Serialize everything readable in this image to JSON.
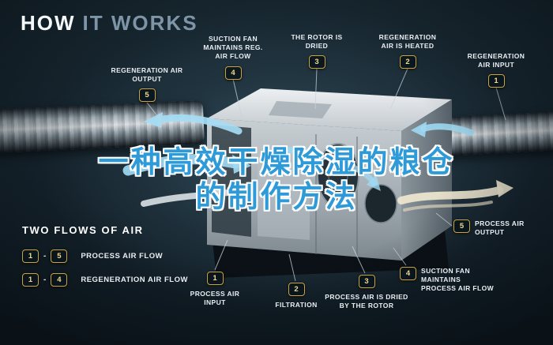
{
  "title": {
    "word1": "HOW",
    "word2": "IT WORKS"
  },
  "overlay_title": {
    "line1": "一种高效干燥除湿的粮仓",
    "line2": "的制作方法"
  },
  "callouts": [
    {
      "label": "REGENERATION AIR OUTPUT",
      "badge": "5"
    },
    {
      "label": "SUCTION FAN MAINTAINS REG. AIR FLOW",
      "badge": "4"
    },
    {
      "label": "THE ROTOR IS DRIED",
      "badge": "3"
    },
    {
      "label": "REGENERATION AIR IS HEATED",
      "badge": "2"
    },
    {
      "label": "REGENERATION AIR INPUT",
      "badge": "1"
    },
    {
      "label": "PROCESS AIR OUTPUT",
      "badge": "5"
    },
    {
      "label": "SUCTION FAN MAINTAINS PROCESS AIR FLOW",
      "badge": "4"
    },
    {
      "label": "PROCESS AIR IS DRIED BY THE ROTOR",
      "badge": "3"
    },
    {
      "label": "FILTRATION",
      "badge": "2"
    },
    {
      "label": "PROCESS AIR INPUT",
      "badge": "1"
    }
  ],
  "legend": {
    "heading": "TWO FLOWS OF AIR",
    "rows": [
      {
        "start": "1",
        "separator": "-",
        "end": "5",
        "label": "PROCESS AIR FLOW"
      },
      {
        "start": "1",
        "separator": "-",
        "end": "4",
        "label": "REGENERATION AIR FLOW"
      }
    ]
  },
  "colors": {
    "background": "#16242e",
    "badge_border": "#c9a43c",
    "airflow_blue": "#9fd9f2",
    "airflow_cream": "#ece5cf",
    "overlay_text_blue": "#2e9ad8"
  }
}
